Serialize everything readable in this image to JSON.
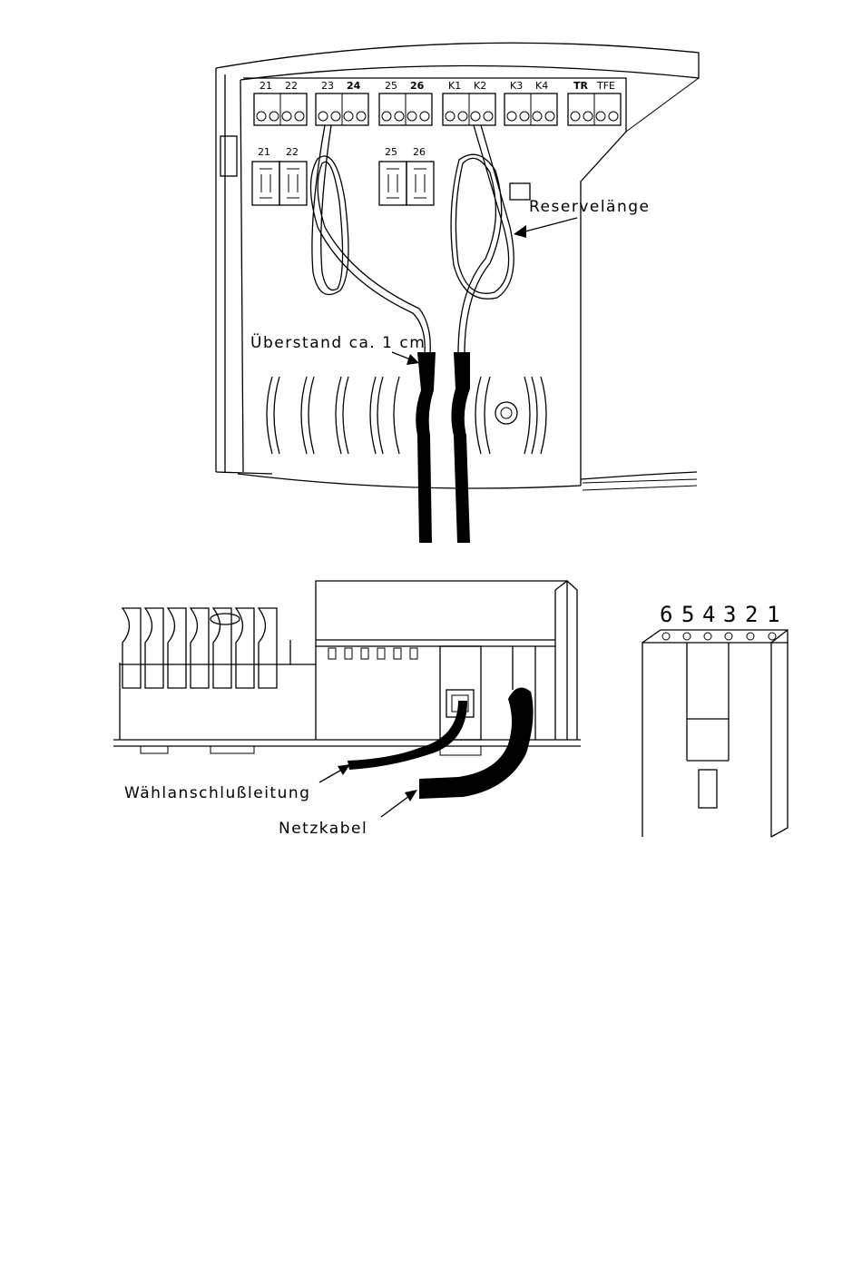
{
  "terminal_strip": {
    "groups": [
      {
        "labels": [
          "21",
          "22"
        ]
      },
      {
        "labels": [
          "23",
          "24"
        ]
      },
      {
        "labels": [
          "25",
          "26"
        ]
      },
      {
        "labels": [
          "K1",
          "K2"
        ]
      },
      {
        "labels": [
          "K3",
          "K4"
        ]
      },
      {
        "labels": [
          "TR",
          "TFE"
        ]
      }
    ]
  },
  "lower_terminals": {
    "left": [
      "21",
      "22"
    ],
    "right": [
      "25",
      "26"
    ]
  },
  "annotations": {
    "reserve_length": "Reservelänge",
    "overhang": "Überstand ca. 1 cm",
    "dial_line": "Wählanschlußleitung",
    "power_cable": "Netzkabel"
  },
  "socket_pins": [
    "6",
    "5",
    "4",
    "3",
    "2",
    "1"
  ],
  "colors": {
    "ink": "#000000",
    "background": "#ffffff"
  }
}
